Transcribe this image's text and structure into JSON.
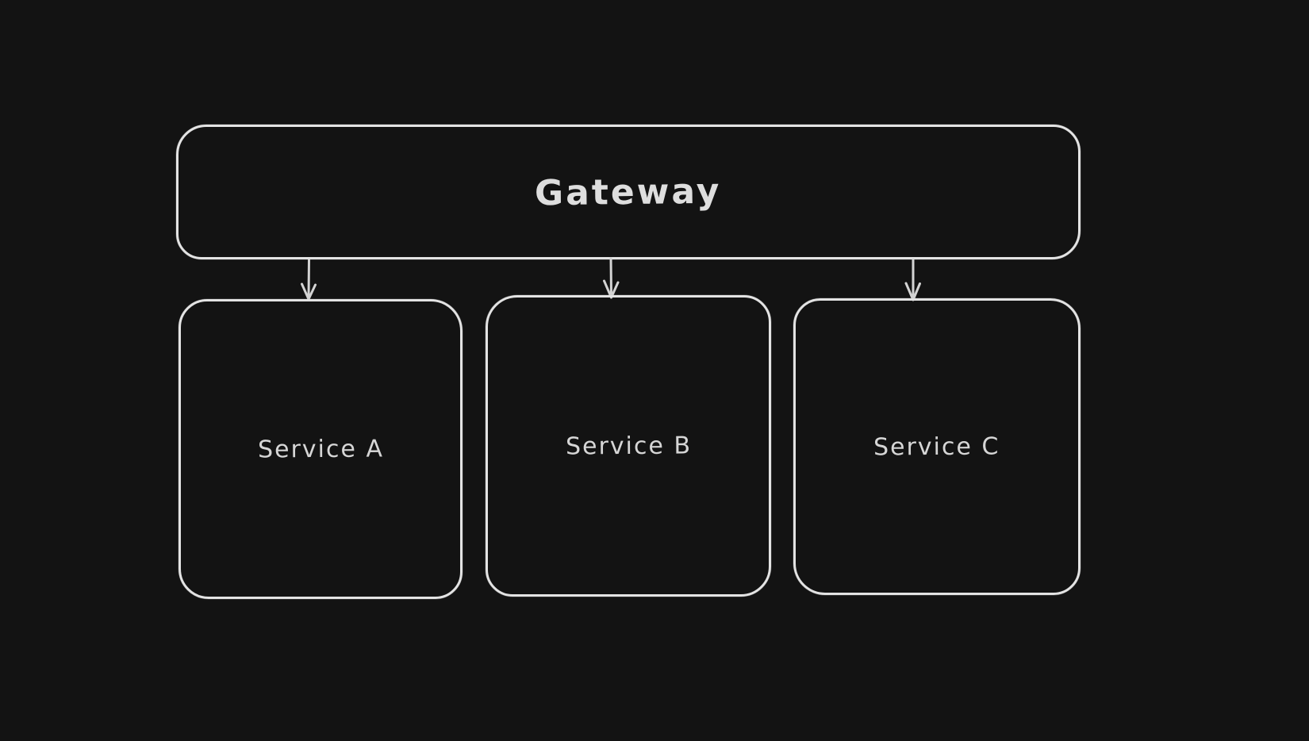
{
  "theme": {
    "background_color": "#131313",
    "stroke_color": "#e3e3e3",
    "text_color": "#d9d9d9"
  },
  "diagram": {
    "style": "hand-drawn-whiteboard",
    "nodes": [
      {
        "id": "gateway",
        "label": "Gateway"
      },
      {
        "id": "service-a",
        "label": "Service A"
      },
      {
        "id": "service-b",
        "label": "Service B"
      },
      {
        "id": "service-c",
        "label": "Service C"
      }
    ],
    "edges": [
      {
        "from": "Gateway",
        "to": "Service A",
        "direction": "down"
      },
      {
        "from": "Gateway",
        "to": "Service B",
        "direction": "down"
      },
      {
        "from": "Gateway",
        "to": "Service C",
        "direction": "down"
      }
    ]
  }
}
